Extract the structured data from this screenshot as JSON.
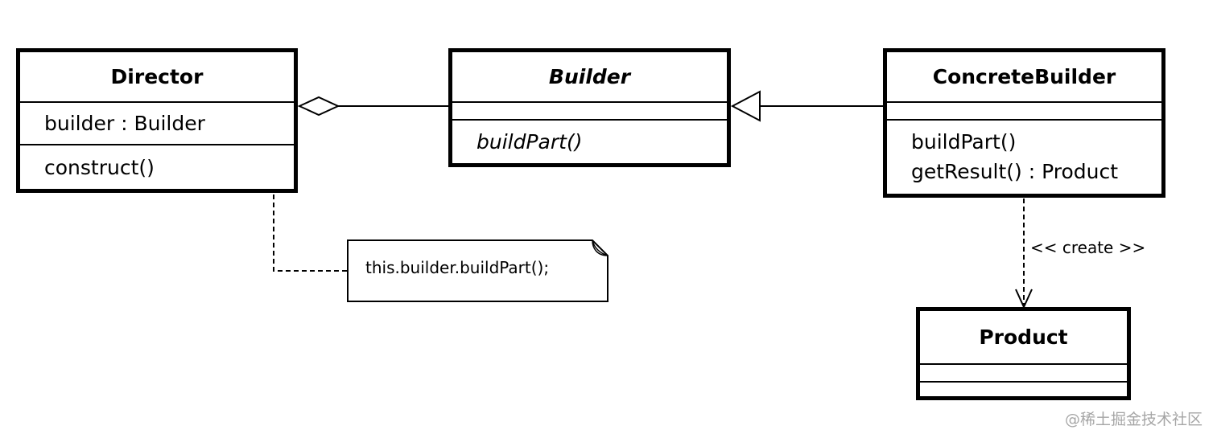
{
  "classes": {
    "director": {
      "name": "Director",
      "attributes": [
        "builder : Builder"
      ],
      "operations": [
        "construct()"
      ]
    },
    "builder": {
      "name": "Builder",
      "abstract": true,
      "operations": [
        "buildPart()"
      ]
    },
    "concrete_builder": {
      "name": "ConcreteBuilder",
      "operations": [
        "buildPart()",
        "getResult() : Product"
      ]
    },
    "product": {
      "name": "Product"
    }
  },
  "note": {
    "text": "this.builder.buildPart();"
  },
  "relations": {
    "create_label": "<< create >>"
  },
  "watermark": "@稀土掘金技术社区"
}
